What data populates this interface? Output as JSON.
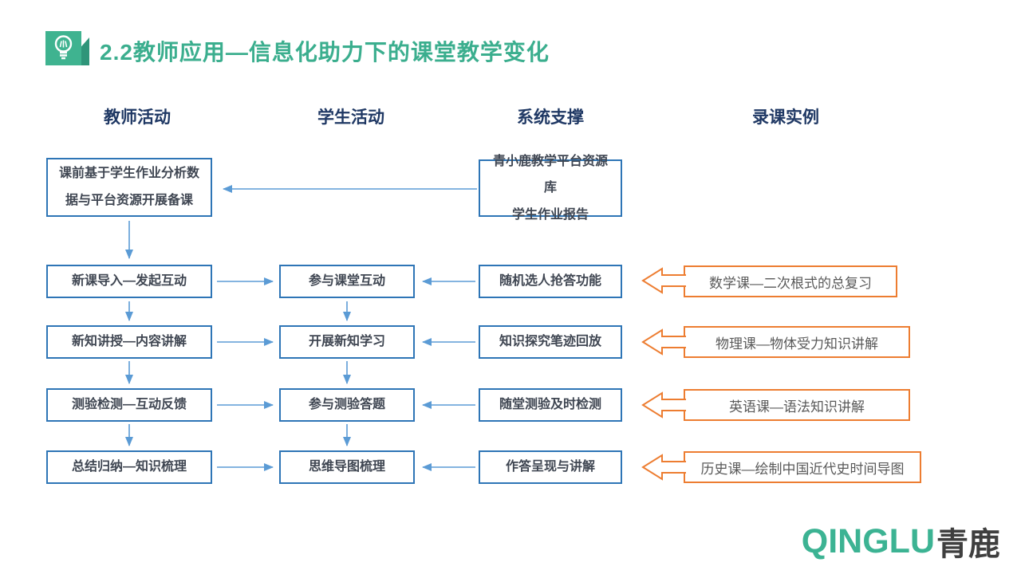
{
  "title": "2.2教师应用—信息化助力下的课堂教学变化",
  "headers": [
    "教师活动",
    "学生活动",
    "系统支撑",
    "录课实例"
  ],
  "teacher_column": {
    "prep_box": "课前基于学生作业分析数据与平台资源开展备课",
    "steps": [
      "新课导入—发起互动",
      "新知讲授—内容讲解",
      "测验检测—互动反馈",
      "总结归纳—知识梳理"
    ]
  },
  "student_column": {
    "steps": [
      "参与课堂互动",
      "开展新知学习",
      "参与测验答题",
      "思维导图梳理"
    ]
  },
  "system_column": {
    "resource_box_lines": [
      "青小鹿教学平台资源库",
      "学生作业报告"
    ],
    "steps": [
      "随机选人抢答功能",
      "知识探究笔迹回放",
      "随堂测验及时检测",
      "作答呈现与讲解"
    ]
  },
  "examples": [
    "数学课—二次根式的总复习",
    "物理课—物体受力知识讲解",
    "英语课—语法知识讲解",
    "历史课—绘制中国近代史时间导图"
  ],
  "logo": {
    "latin": "QINGLU",
    "cjk": "青鹿"
  },
  "icons": {
    "title_icon": "lightbulb-icon"
  },
  "colors": {
    "title_green": "#3BAE8E",
    "header_navy": "#1F3864",
    "box_border_blue": "#2E75B6",
    "box_text": "#3F4652",
    "arrow_blue": "#5B9BD5",
    "example_orange": "#ED7D31",
    "example_text": "#595959",
    "logo_teal": "#3CB393",
    "logo_dark": "#3F3F3F"
  }
}
